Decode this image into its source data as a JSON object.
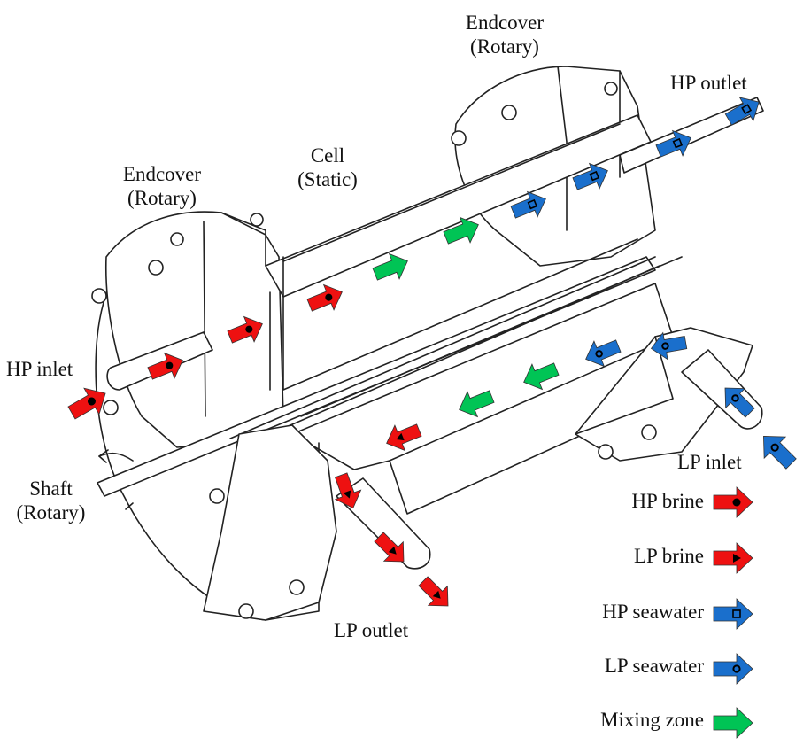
{
  "colors": {
    "hp_brine": "#ee1111",
    "lp_brine": "#ee1111",
    "hp_seawater": "#1a6fcc",
    "lp_seawater": "#1a6fcc",
    "mixing_zone": "#00c455",
    "outline": "#222222"
  },
  "labels": {
    "endcover_right": [
      "Endcover",
      "(Rotary)"
    ],
    "endcover_left": [
      "Endcover",
      "(Rotary)"
    ],
    "cell": [
      "Cell",
      "(Static)"
    ],
    "hp_outlet": "HP outlet",
    "hp_inlet": "HP inlet",
    "shaft": [
      "Shaft",
      "(Rotary)"
    ],
    "lp_inlet": "LP inlet",
    "lp_outlet": "LP outlet"
  },
  "legend": [
    {
      "label": "HP brine",
      "color_key": "hp_brine",
      "marker": "filled-circle"
    },
    {
      "label": "LP brine",
      "color_key": "lp_brine",
      "marker": "filled-triangle"
    },
    {
      "label": "HP seawater",
      "color_key": "hp_seawater",
      "marker": "hollow-square"
    },
    {
      "label": "LP seawater",
      "color_key": "lp_seawater",
      "marker": "hollow-circle"
    },
    {
      "label": "Mixing zone",
      "color_key": "mixing_zone",
      "marker": "none"
    }
  ],
  "flow_arrows": [
    {
      "stream": "hp_brine",
      "marker": "filled-circle",
      "direction": "in",
      "location": "hp-inlet"
    },
    {
      "stream": "hp_brine",
      "marker": "filled-circle",
      "direction": "forward",
      "location": "left-endcover-port"
    },
    {
      "stream": "hp_brine",
      "marker": "filled-circle",
      "direction": "forward",
      "location": "left-endcover-rotor"
    },
    {
      "stream": "hp_brine",
      "marker": "filled-circle",
      "direction": "forward",
      "location": "upper-duct"
    },
    {
      "stream": "mixing_zone",
      "marker": "none",
      "direction": "forward",
      "location": "upper-duct"
    },
    {
      "stream": "mixing_zone",
      "marker": "none",
      "direction": "forward",
      "location": "upper-duct"
    },
    {
      "stream": "hp_seawater",
      "marker": "hollow-square",
      "direction": "forward",
      "location": "upper-duct"
    },
    {
      "stream": "hp_seawater",
      "marker": "hollow-square",
      "direction": "forward",
      "location": "right-endcover-rotor"
    },
    {
      "stream": "hp_seawater",
      "marker": "hollow-square",
      "direction": "forward",
      "location": "right-endcover-port"
    },
    {
      "stream": "hp_seawater",
      "marker": "hollow-square",
      "direction": "out",
      "location": "hp-outlet"
    },
    {
      "stream": "lp_seawater",
      "marker": "hollow-circle",
      "direction": "in",
      "location": "lp-inlet"
    },
    {
      "stream": "lp_seawater",
      "marker": "hollow-circle",
      "direction": "forward",
      "location": "lp-inlet-port"
    },
    {
      "stream": "lp_seawater",
      "marker": "hollow-circle",
      "direction": "bend",
      "location": "right-endcover-lower"
    },
    {
      "stream": "lp_seawater",
      "marker": "hollow-circle",
      "direction": "backward",
      "location": "lower-duct"
    },
    {
      "stream": "mixing_zone",
      "marker": "none",
      "direction": "backward",
      "location": "lower-duct"
    },
    {
      "stream": "mixing_zone",
      "marker": "none",
      "direction": "backward",
      "location": "lower-duct"
    },
    {
      "stream": "lp_brine",
      "marker": "filled-triangle",
      "direction": "backward",
      "location": "lower-duct"
    },
    {
      "stream": "lp_brine",
      "marker": "filled-triangle",
      "direction": "bend",
      "location": "left-endcover-lower"
    },
    {
      "stream": "lp_brine",
      "marker": "filled-triangle",
      "direction": "forward",
      "location": "lp-outlet-port"
    },
    {
      "stream": "lp_brine",
      "marker": "filled-triangle",
      "direction": "out",
      "location": "lp-outlet"
    }
  ]
}
